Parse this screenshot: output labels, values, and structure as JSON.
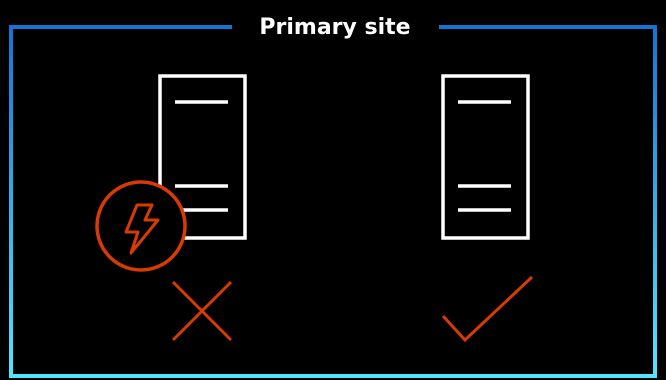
{
  "title": "Primary site",
  "colors": {
    "background": "#000000",
    "frame_gradient_top": "#1474d4",
    "frame_gradient_bottom": "#50e6ff",
    "title_text": "#ffffff",
    "server_outline": "#ffffff",
    "failure_accent": "#d83b01",
    "success_accent": "#d83b01"
  },
  "servers": [
    {
      "name": "server-failed",
      "status": "failed",
      "status_icon": "cross-icon",
      "badge_icon": "lightning-bolt-icon"
    },
    {
      "name": "server-healthy",
      "status": "healthy",
      "status_icon": "checkmark-icon"
    }
  ]
}
